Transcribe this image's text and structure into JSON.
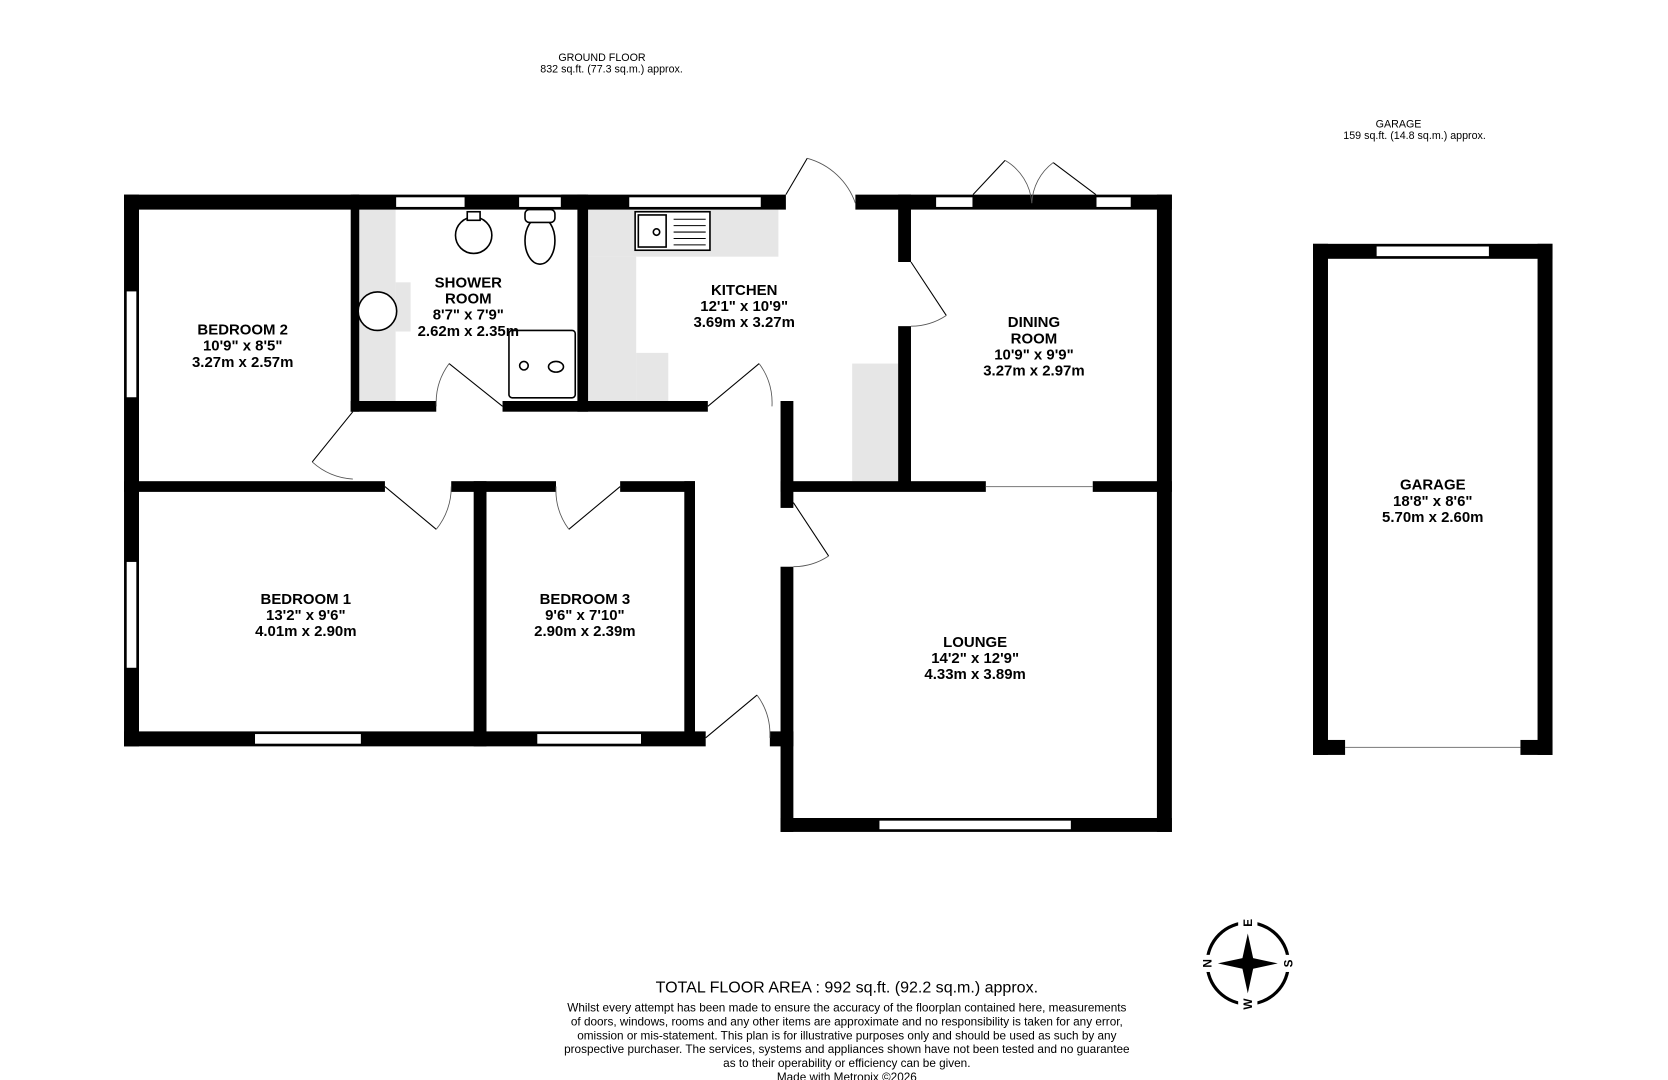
{
  "ground_floor": {
    "title": "GROUND FLOOR",
    "area": "832 sq.ft. (77.3 sq.m.) approx."
  },
  "garage_header": {
    "title": "GARAGE",
    "area": "159 sq.ft. (14.8 sq.m.) approx."
  },
  "rooms": {
    "bedroom2": {
      "name": "BEDROOM 2",
      "imperial": "10'9\"  x 8'5\"",
      "metric": "3.27m  x 2.57m"
    },
    "shower": {
      "name1": "SHOWER",
      "name2": "ROOM",
      "imperial": "8'7\"  x 7'9\"",
      "metric": "2.62m  x 2.35m"
    },
    "kitchen": {
      "name": "KITCHEN",
      "imperial": "12'1\"  x 10'9\"",
      "metric": "3.69m  x 3.27m"
    },
    "dining": {
      "name1": "DINING",
      "name2": "ROOM",
      "imperial": "10'9\"  x 9'9\"",
      "metric": "3.27m  x 2.97m"
    },
    "bedroom1": {
      "name": "BEDROOM 1",
      "imperial": "13'2\"  x 9'6\"",
      "metric": "4.01m  x 2.90m"
    },
    "bedroom3": {
      "name": "BEDROOM 3",
      "imperial": "9'6\"  x 7'10\"",
      "metric": "2.90m  x 2.39m"
    },
    "lounge": {
      "name": "LOUNGE",
      "imperial": "14'2\"  x 12'9\"",
      "metric": "4.33m  x 3.89m"
    },
    "garage": {
      "name": "GARAGE",
      "imperial": "18'8\"  x 8'6\"",
      "metric": "5.70m  x 2.60m"
    }
  },
  "compass": {
    "n": "N",
    "e": "E",
    "s": "S",
    "w": "W"
  },
  "total": "TOTAL FLOOR AREA : 992 sq.ft. (92.2 sq.m.) approx.",
  "disclaimer": [
    "Whilst every attempt has been made to ensure the accuracy of the floorplan contained here, measurements",
    "of doors, windows, rooms and any other items are approximate and no responsibility is taken for any error,",
    "omission or mis-statement. This plan is for illustrative purposes only and should be used as such by any",
    "prospective purchaser. The services, systems and appliances shown have not been tested and no guarantee",
    "as to their operability or efficiency can be given."
  ],
  "credit": "Made with Metropix ©2026"
}
